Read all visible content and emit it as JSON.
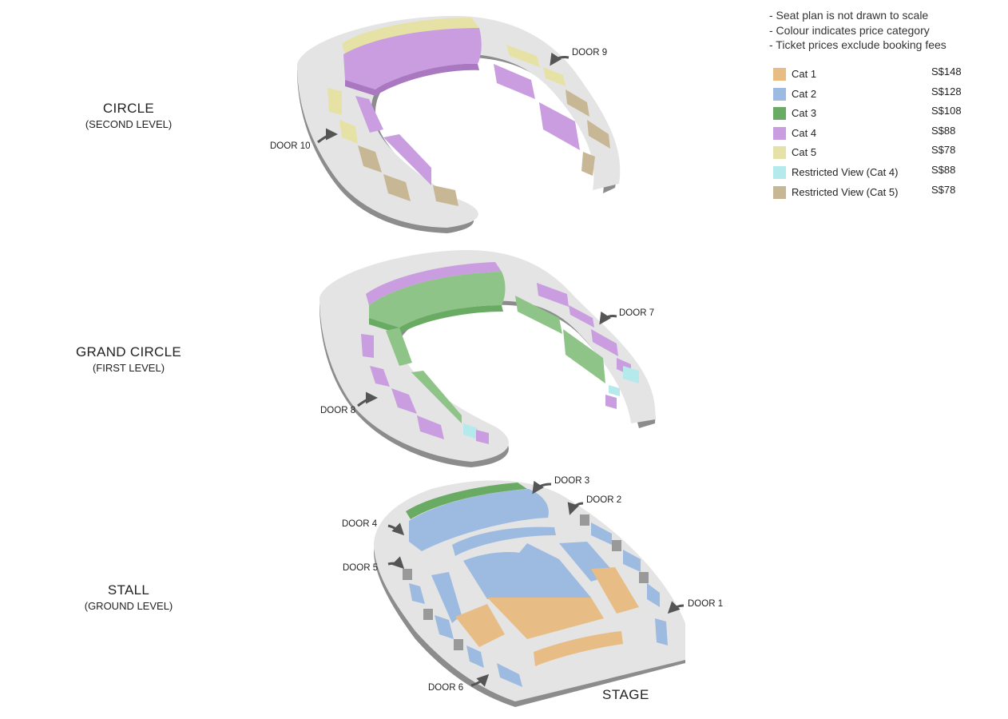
{
  "notes": [
    "- Seat plan is not drawn to scale",
    "- Colour indicates price category",
    "- Ticket prices exclude booking fees"
  ],
  "legend": [
    {
      "label": "Cat 1",
      "price": "S$148",
      "color": "#e8bd85"
    },
    {
      "label": "Cat 2",
      "price": "S$128",
      "color": "#9dbbe0"
    },
    {
      "label": "Cat 3",
      "price": "S$108",
      "color": "#6aab63"
    },
    {
      "label": "Cat 4",
      "price": "S$88",
      "color": "#c99de0"
    },
    {
      "label": "Cat 5",
      "price": "S$78",
      "color": "#e6e2a6"
    },
    {
      "label": "Restricted View (Cat 4)",
      "price": "S$88",
      "color": "#b5eaed"
    },
    {
      "label": "Restricted View (Cat 5)",
      "price": "S$78",
      "color": "#c8b795"
    }
  ],
  "levels": {
    "circle": {
      "name": "CIRCLE",
      "sub": "(SECOND LEVEL)"
    },
    "grand_circle": {
      "name": "GRAND CIRCLE",
      "sub": "(FIRST LEVEL)"
    },
    "stall": {
      "name": "STALL",
      "sub": "(GROUND LEVEL)"
    }
  },
  "doors": {
    "door1": "DOOR 1",
    "door2": "DOOR 2",
    "door3": "DOOR 3",
    "door4": "DOOR 4",
    "door5": "DOOR 5",
    "door6": "DOOR 6",
    "door7": "DOOR 7",
    "door8": "DOOR 8",
    "door9": "DOOR 9",
    "door10": "DOOR 10"
  },
  "stage": "STAGE"
}
